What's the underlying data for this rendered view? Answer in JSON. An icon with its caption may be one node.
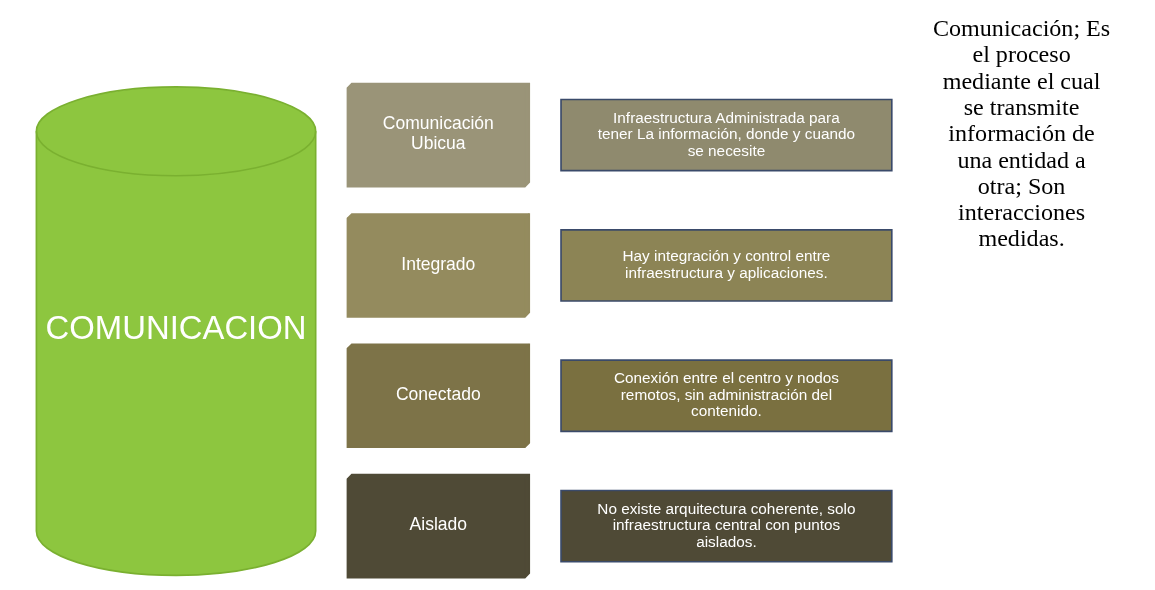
{
  "diagram": {
    "nodes": [
      {
        "text": [
          "COMUNICACION"
        ]
      },
      {
        "text": [
          "Comunicación Ubicua"
        ]
      },
      {
        "text": [
          "Infraestructura Administrada para tener La información, donde y cuando se necesite"
        ]
      },
      {
        "text": [
          "Integrado"
        ]
      },
      {
        "text": [
          "Hay integración y control entre infraestructura y aplicaciones."
        ]
      },
      {
        "text": [
          "Conectado"
        ]
      },
      {
        "text": [
          "Conexión entre el centro y nodos remotos, sin administración del contenido."
        ]
      },
      {
        "text": [
          "Aislado"
        ]
      },
      {
        "text": [
          "No existe arquitectura coherente, solo infraestructura central con puntos aislados."
        ]
      }
    ],
    "edges": [],
    "labels": [
      "Comunicación; Es el proceso mediante el cual se transmite información de una entidad a otra; Son interacciones medidas."
    ]
  }
}
